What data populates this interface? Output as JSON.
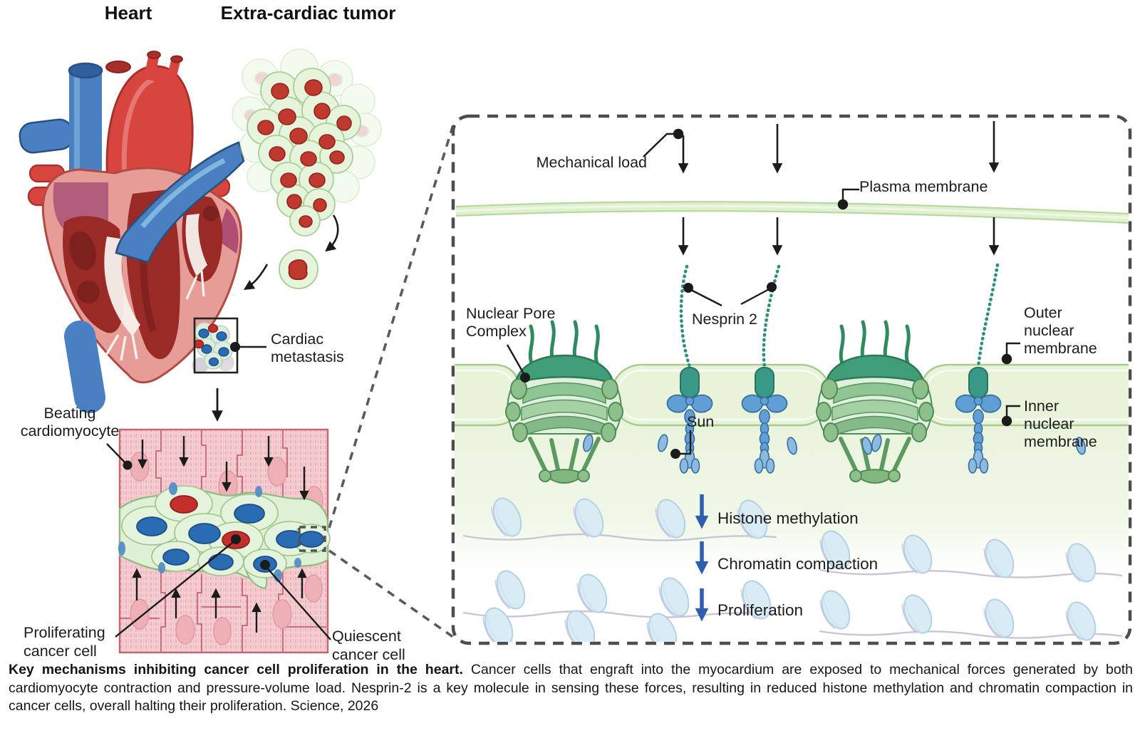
{
  "titles": {
    "heart": "Heart",
    "tumor": "Extra-cardiac tumor"
  },
  "labels": {
    "cardiac_metastasis": [
      "Cardiac",
      "metastasis"
    ],
    "beating_cardiomyocyte": [
      "Beating",
      "cardiomyocyte"
    ],
    "proliferating_cancer_cell": [
      "Proliferating",
      "cancer cell"
    ],
    "quiescent_cancer_cell": [
      "Quiescent",
      "cancer cell"
    ],
    "mechanical_load": "Mechanical load",
    "plasma_membrane": "Plasma membrane",
    "nuclear_pore_complex": [
      "Nuclear Pore",
      "Complex"
    ],
    "nesprin": "Nesprin 2",
    "sun": "Sun",
    "outer_nuclear_membrane": [
      "Outer",
      "nuclear",
      "membrane"
    ],
    "inner_nuclear_membrane": [
      "Inner",
      "nuclear",
      "membrane"
    ],
    "histone_methylation": "Histone methylation",
    "chromatin_compaction": "Chromatin compaction",
    "proliferation": "Proliferation"
  },
  "caption": {
    "bold": "Key mechanisms inhibiting cancer cell proliferation in the heart.",
    "body": "Cancer cells that engraft into the myocardium are exposed to mechanical forces generated by both cardiomyocyte contraction and pressure-volume load. Nesprin-2 is a key molecule in sensing these forces, resulting in reduced histone methylation and chromatin compaction in cancer cells, overall halting their proliferation. Science, 2026"
  },
  "colors": {
    "vessel_blue": "#4a80c2",
    "vessel_red": "#d8453f",
    "heart_wall_pink": "#e79d97",
    "chamber_dark_red": "#992a26",
    "cancer_cell_green": "#e2f2d9",
    "quiescent_nucleus_blue": "#2a6cb3",
    "proliferating_nucleus_red": "#c52f2b",
    "membrane_green": "#dff0cc",
    "npc_green": "#3f9e78",
    "nesprin_teal": "#2f8f7b",
    "sun_blue": "#5f9fd6",
    "nucleosome_blue": "#d9ebf4",
    "process_arrow_blue": "#2d5fae",
    "cardiomyocyte_pink": "#f5ccd1"
  }
}
